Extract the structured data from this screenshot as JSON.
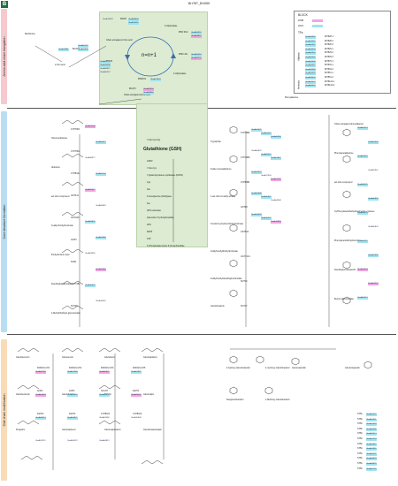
{
  "panel_label": "B",
  "title": "BrYSP_DH059",
  "sections": {
    "amino": "Amino acid chain elongation",
    "core": "Core structure formation",
    "side": "Side chain modification"
  },
  "legend": {
    "block_title": "BLOCK",
    "block_items": [
      "LP08",
      "LP21"
    ],
    "tf_title": "TFs",
    "aliphatic_label": "Aliphatic",
    "aromatic_label": "Aromatic",
    "tf_genes": [
      "BraA03390",
      "BraA03391",
      "BraA03392",
      "BraA03393",
      "BraA03394",
      "BraA03395",
      "BraA03396",
      "BraA03397",
      "BraA03398",
      "BraA03399",
      "BraA03400",
      "BraA03401",
      "BraA03402"
    ],
    "tf_names": [
      "MYB28.1",
      "MYB28.2",
      "MYB28.3",
      "MYB29.1",
      "MYB29.2",
      "MYB29.3",
      "MYB76.1",
      "MYB34.1",
      "MYB34.2",
      "MYB51.1",
      "MYB51.2",
      "MYB122.1",
      "MYB122.2"
    ]
  },
  "chain": {
    "n_label": "n=n+1",
    "methionine": "Methionine",
    "oxo_acid": "2-Oxo acid",
    "chain_elongated_oxo": "Chain elongated 2-Oxo acid",
    "alkylmalate": "2-Alkylmalate",
    "isopropylmalate": "3-Alkylmalate",
    "chain_elongated_amino": "Chain-elongated amino acid",
    "phenylalanine": "Phenylalanine",
    "enzymes": [
      "BCAT4",
      "MAM1",
      "MAM3",
      "IPMI SSU",
      "IPMI LSU",
      "IPMDH1",
      "BCAT3",
      "MAM-D"
    ],
    "genes": [
      "BraA05161",
      "BraA02908",
      "BraA13028",
      "BraA09830",
      "BraA11020",
      "BraA00916",
      "BraA04910",
      "BraA20044",
      "BraA09701",
      "BraA09702",
      "BraA14308",
      "BraA17943",
      "BraA09994",
      "BraA09860",
      "BraA09612",
      "BraA11981",
      "BraA05257"
    ]
  },
  "core": {
    "gsh_title": "Glutathione (GSH)",
    "gsh_items": [
      "Y-Glu-Cys-Gly",
      "GSH2",
      "Y-Glu-Cys",
      "Y-glutamylcysteine synthetase (GSH1)",
      "Cys",
      "Glu",
      "O-Acetylserine (thiol)lyase",
      "Ser",
      "APS reductase",
      "Adenosine 5'-phosphosulfate",
      "APS",
      "PAPS",
      "ATP",
      "3'-Phosphoadenosine 5'-phosphosulfate"
    ],
    "left_compounds": [
      "Homomethionine",
      "Aldoxime",
      "aci-nitro compound",
      "S-alkyl-thiohydroximate",
      "thiohydroximic acid",
      "Desulfoglucosinolate",
      "4-Methylthiobutyl-glucosinolate"
    ],
    "mid_compounds": [
      "Tryptophan",
      "Indole-3-acetaldoxime",
      "1-aci-nitro-2-indolyl ethane",
      "S-Indol-3-ylmethyl-thiohydroximate",
      "Indolylmethylthiohydroximate",
      "Indolylmethyldesulfoglucosinolate",
      "Glucobrassicin"
    ],
    "right_compounds": [
      "Chain-elongated phenylalanine",
      "Phenylacetaldoxime",
      "aci-nitro compound",
      "S-(Phenylacetothiohydroximoyl)-L-cysteine",
      "Phenylacetothiohydroximate",
      "Desulfoglucotropaeolin",
      "Benzyl glucosinolate"
    ],
    "enzymes": [
      "CYP79F1",
      "CYP79F2",
      "CYP83A1",
      "GSTF11",
      "GSTU20",
      "GGP1",
      "SUR1",
      "UGT74B1",
      "SOT18",
      "CYP79B2",
      "CYP79B3",
      "CYP83B1",
      "GSTF9",
      "GSTF10",
      "UGT74C1",
      "SOT16",
      "SOT17"
    ],
    "genes_left": [
      "BraA02048",
      "BraA05612",
      "BraA09871",
      "BraA02134",
      "BraA05617",
      "BraA00849",
      "BraA04801",
      "BraA01958",
      "BraA03990",
      "BraA00969",
      "BraA10025",
      "BraA10055"
    ],
    "genes_mid": [
      "BraA01421",
      "BraA01422",
      "BraA00863",
      "BraA00876",
      "BraA05612",
      "BraA07867",
      "BraA16376",
      "BraA17303",
      "BraA01432",
      "BraA00868",
      "BraA10822",
      "BraA04808",
      "BraA16329",
      "BraA10037",
      "BraA12859"
    ],
    "genes_right": [
      "BraA00419",
      "BraA01640",
      "BraA02442",
      "BraA02941",
      "BraA05821",
      "BraA00818",
      "BraA09670",
      "BraA00802",
      "BraA00801",
      "BraA02690",
      "BraA04234",
      "BraA01213",
      "BraA00012"
    ]
  },
  "side": {
    "compounds": [
      "Glucoiberverin",
      "Glucoerucin",
      "Glucoiberin",
      "Glucoraphanin",
      "Glucoberteroin",
      "Glucoalyssin",
      "Sinigrin",
      "Gluconapin",
      "Progoitrin",
      "Glucoraphenin",
      "Gluconapoleiferin",
      "Glucobrassicanapin",
      "4-hydroxy-Glucobrassicin",
      "4-methoxy-Glucobrassicin",
      "Neoglucobrassicin",
      "1-Methoxy-Glucobrassicin",
      "Gluconasturtiin",
      "Glucotropaeolin"
    ],
    "enzymes": [
      "FMOGS-OX1",
      "FMOGS-OX2",
      "FMOGS-OX3",
      "FMOGS-OX5",
      "AOP2",
      "AOP3",
      "GS-OH",
      "IGMT1",
      "IGMT2",
      "IGMT4",
      "CYP81F1",
      "CYP81F2"
    ],
    "genes": [
      "BraA05765",
      "BraA01358",
      "BraA00821",
      "BraA01857",
      "BraA00849",
      "BraA09657",
      "BraA00801",
      "BraA09002",
      "BraA09013",
      "BraA03871",
      "BraA02080",
      "BraA10308",
      "BraA12370",
      "BraA10322",
      "BraA04812"
    ],
    "right_list": [
      "BraA01476",
      "BraA01511",
      "BraA01493",
      "BraA00996",
      "BraA02013",
      "BraA01234",
      "BraA01367",
      "BraA01981",
      "BraA06291",
      "BraA00833",
      "BraA09876",
      "BraA00745"
    ],
    "right_prefix": "ST5b"
  },
  "colors": {
    "lp08": "#f2a3e4",
    "lp21": "#9fe3f0",
    "gsh_box": "#dcebd2",
    "panel": "#1f6e44",
    "amino_tab": "#f6c9cf",
    "core_tab": "#b9def2",
    "side_tab": "#f9dbb8"
  }
}
